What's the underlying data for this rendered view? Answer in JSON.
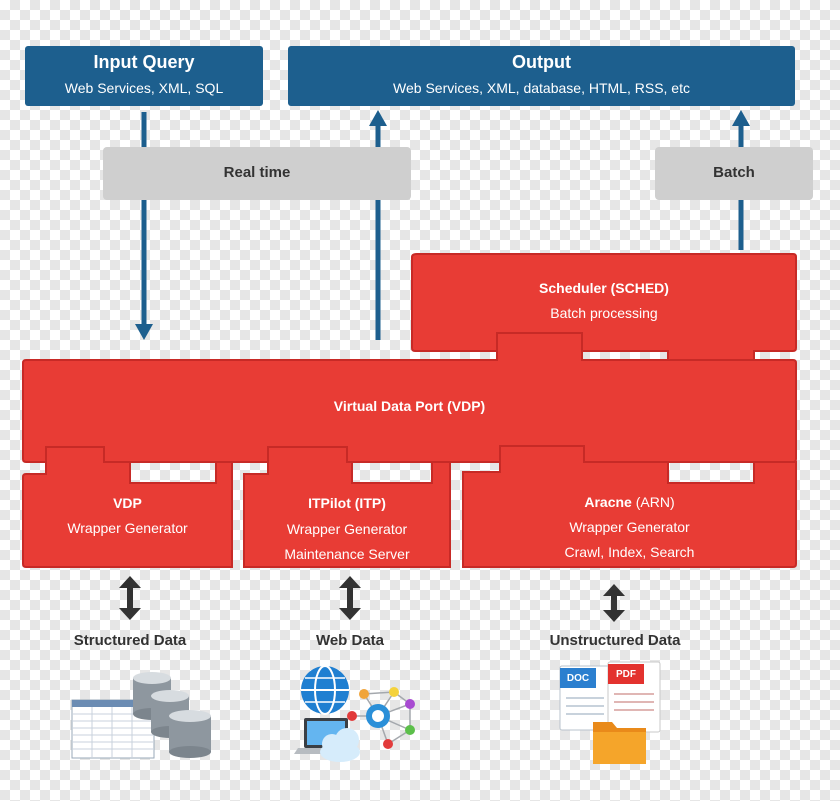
{
  "input_query": {
    "title": "Input Query",
    "subtitle": "Web Services, XML, SQL"
  },
  "output": {
    "title": "Output",
    "subtitle": "Web Services, XML, database, HTML, RSS, etc"
  },
  "realtime": {
    "label": "Real time"
  },
  "batch": {
    "label": "Batch"
  },
  "scheduler": {
    "title": "Scheduler (SCHED)",
    "subtitle": "Batch processing"
  },
  "vdp": {
    "title": "Virtual Data Port (VDP)"
  },
  "vdp_wrapper": {
    "title": "VDP",
    "line1": "Wrapper Generator"
  },
  "itpilot": {
    "title": "ITPilot (ITP)",
    "line1": "Wrapper Generator",
    "line2": "Maintenance Server"
  },
  "aracne": {
    "title": "Aracne",
    "title_suffix": " (ARN)",
    "line1": "Wrapper Generator",
    "line2": "Crawl, Index, Search"
  },
  "sources": {
    "structured": "Structured Data",
    "web": "Web Data",
    "unstructured": "Unstructured Data"
  },
  "file_badges": {
    "doc": "DOC",
    "pdf": "PDF"
  },
  "colors": {
    "blue": "#1d5f8e",
    "red": "#e83c35",
    "red_border": "#c72a26",
    "gray": "#cfcfcf",
    "arrow": "#1d5f8e",
    "dark": "#333333"
  }
}
